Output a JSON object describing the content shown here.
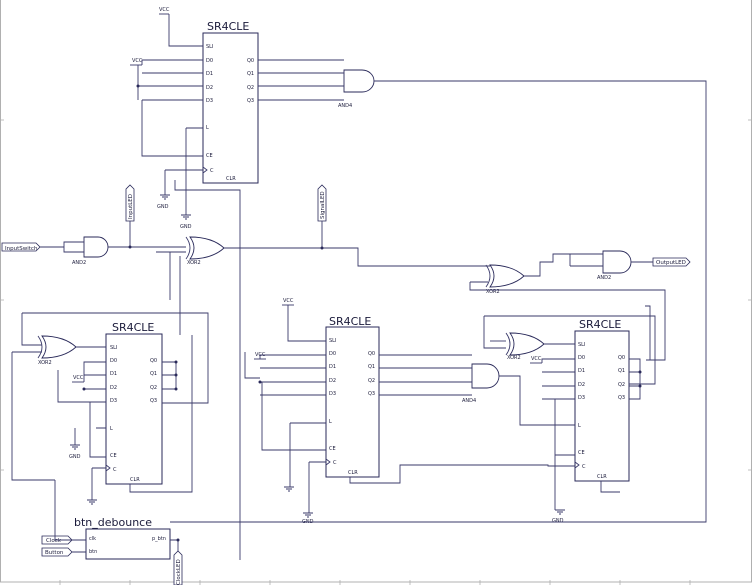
{
  "components": {
    "sr1": {
      "type": "SR4CLE",
      "pins_left": [
        "SLI",
        "D0",
        "D1",
        "D2",
        "D3",
        "L",
        "CE",
        "C"
      ],
      "pins_right": [
        "Q0",
        "Q1",
        "Q2",
        "Q3"
      ],
      "pin_bottom": "CLR"
    },
    "sr2": {
      "type": "SR4CLE",
      "pins_left": [
        "SLI",
        "D0",
        "D1",
        "D2",
        "D3",
        "L",
        "CE",
        "C"
      ],
      "pins_right": [
        "Q0",
        "Q1",
        "Q2",
        "Q3"
      ],
      "pin_bottom": "CLR"
    },
    "sr3": {
      "type": "SR4CLE",
      "pins_left": [
        "SLI",
        "D0",
        "D1",
        "D2",
        "D3",
        "L",
        "CE",
        "C"
      ],
      "pins_right": [
        "Q0",
        "Q1",
        "Q2",
        "Q3"
      ],
      "pin_bottom": "CLR"
    },
    "sr4": {
      "type": "SR4CLE",
      "pins_left": [
        "SLI",
        "D0",
        "D1",
        "D2",
        "D3",
        "L",
        "CE",
        "C"
      ],
      "pins_right": [
        "Q0",
        "Q1",
        "Q2",
        "Q3"
      ],
      "pin_bottom": "CLR"
    },
    "debounce": {
      "title": "btn_debounce",
      "pin_clk": "clk",
      "pin_btn": "btn",
      "pin_out": "p_btn"
    }
  },
  "gates": {
    "and4_top": "AND4",
    "and2_input": "AND2",
    "xor2_top": "XOR2",
    "xor2_mid": "XOR2",
    "and2_output": "AND2",
    "xor2_left": "XOR2",
    "and4_mid": "AND4",
    "xor2_right": "XOR2"
  },
  "power": {
    "vcc": "VCC",
    "gnd": "GND"
  },
  "io": {
    "input_switch": "InputSwitch",
    "output_led": "OutputLED",
    "input_led": "InputLED",
    "signal_led": "SignalLED",
    "clock": "Clock",
    "button": "Button",
    "clock_led": "ClockLED"
  }
}
